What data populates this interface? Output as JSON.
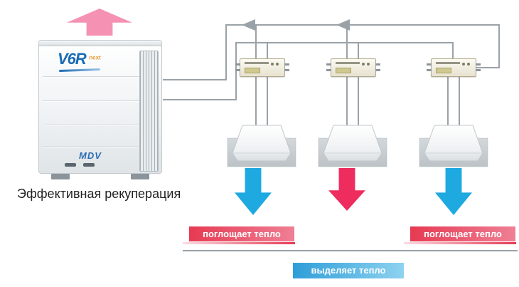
{
  "caption": "Эффективная рекуперация",
  "outdoor_unit": {
    "logo_main": "V6R",
    "logo_sub": "next",
    "brand": "MDV"
  },
  "badges": {
    "absorb_left": "поглощает тепло",
    "release_center": "выделяет тепло",
    "absorb_right": "поглощает тепло"
  },
  "diagram": {
    "branch_boxes": 3,
    "indoor_units": 3,
    "indoor_flow": [
      "absorb",
      "release",
      "absorb"
    ],
    "pipe_flow_direction": "left"
  },
  "colors": {
    "pipe": "#9aa2a8",
    "pink_up_arrow": "#f591b2",
    "blue_down_arrow": "#1fa9e1",
    "red_down_arrow": "#ee2d5e",
    "red_badge": "#e63a52",
    "blue_badge": "#2e9ed8",
    "logo_blue": "#1a6cb4"
  }
}
